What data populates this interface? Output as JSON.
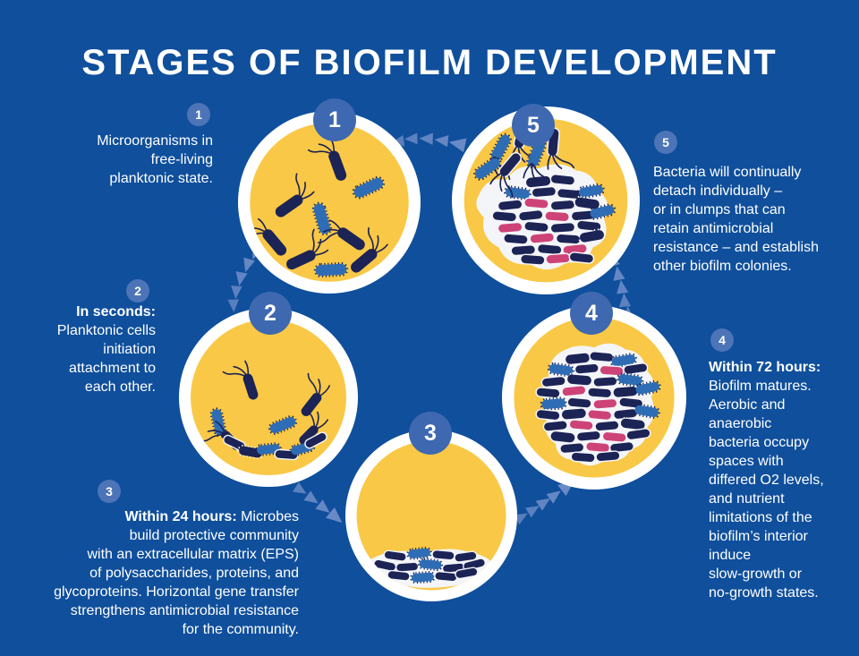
{
  "title": "STAGES OF BIOFILM DEVELOPMENT",
  "colors": {
    "background": "#0F4F9C",
    "badge": "#3E68B0",
    "small_badge": "#4C74B6",
    "arrow": "#6A8AC6",
    "circle_fill": "#F9C846",
    "ring": "#FFFFFF",
    "matrix_blob": "#F3F5F9",
    "bacteria_navy": "#1C2355",
    "bacteria_blue": "#2E6DB5",
    "bacteria_pink": "#CE4377",
    "text": "#FFFFFF"
  },
  "icons": {
    "arrows": [
      "arrow-trail-1-to-2",
      "arrow-trail-2-to-3",
      "arrow-trail-3-to-4",
      "arrow-trail-4-to-5",
      "arrow-trail-5-to-1"
    ],
    "illustrations": [
      "planktonic-bacteria",
      "attaching-bacteria",
      "microcolony-layer",
      "mature-biofilm",
      "dispersing-biofilm"
    ]
  },
  "stages": [
    {
      "number": "1",
      "lead": "",
      "body": "Microorganisms in\nfree-living\nplanktonic state."
    },
    {
      "number": "2",
      "lead": "In seconds:",
      "body": "\nPlanktonic cells\ninitiation\nattachment to\neach other."
    },
    {
      "number": "3",
      "lead": "Within 24 hours:",
      "body": " Microbes\nbuild protective community\nwith an extracellular matrix (EPS)\nof polysaccharides, proteins, and\nglycoproteins. Horizontal gene transfer\nstrengthens antimicrobial resistance\nfor the community."
    },
    {
      "number": "4",
      "lead": "Within 72 hours:",
      "body": "\nBiofilm matures.\nAerobic and\nanaerobic\nbacteria occupy\nspaces with\ndiffered O2 levels,\nand nutrient\nlimitations of the\nbiofilm’s interior\ninduce\nslow-growth or\nno-growth states."
    },
    {
      "number": "5",
      "lead": "",
      "body": "Bacteria will continually\ndetach individually –\nor in clumps that can\nretain antimicrobial\nresistance – and establish\nother biofilm colonies."
    }
  ]
}
